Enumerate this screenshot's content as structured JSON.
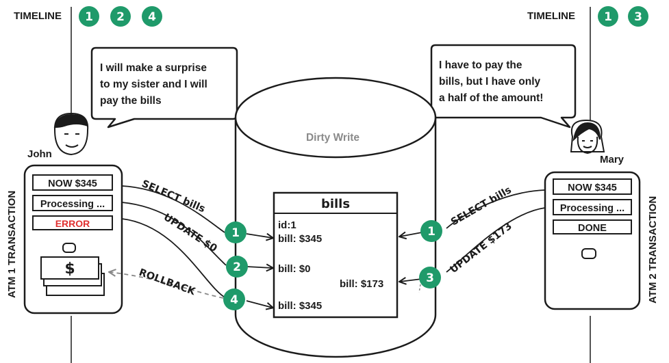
{
  "colors": {
    "accent_green": "#1f9a6a",
    "error_red": "#e03030",
    "ink": "#1b1b1b",
    "grey_label": "#8a8a8a"
  },
  "left_timeline": {
    "label": "TIMELINE",
    "steps": [
      "1",
      "2",
      "4"
    ]
  },
  "right_timeline": {
    "label": "TIMELINE",
    "steps": [
      "1",
      "3"
    ]
  },
  "john": {
    "name": "John",
    "speech": [
      "I will make a surprise",
      "to my sister and I will",
      "pay the bills"
    ],
    "atm_title": "ATM 1 TRANSACTION",
    "screen": [
      "NOW $345",
      "Processing ...",
      "ERROR"
    ],
    "cash_symbol": "$"
  },
  "mary": {
    "name": "Mary",
    "speech": [
      "I have to pay the",
      "bills, but I have only",
      "a half of the amount!"
    ],
    "atm_title": "ATM 2 TRANSACTION",
    "screen": [
      "NOW $345",
      "Processing ...",
      "DONE"
    ]
  },
  "database": {
    "label": "Dirty Write"
  },
  "bills_table": {
    "title": "bills",
    "id_line": "id:1",
    "row_345_a": "bill: $345",
    "row_0": "bill: $0",
    "row_173": "bill: $173",
    "row_345_b": "bill: $345"
  },
  "operations": {
    "john_select": "SELECT bills",
    "john_update": "UPDATE $0",
    "john_rollback": "ROLLBACK",
    "mary_select": "SELECT bills",
    "mary_update": "UPDATE $173"
  },
  "step_markers": {
    "john_1": "1",
    "john_2": "2",
    "john_4": "4",
    "mary_1": "1",
    "mary_3": "3"
  }
}
